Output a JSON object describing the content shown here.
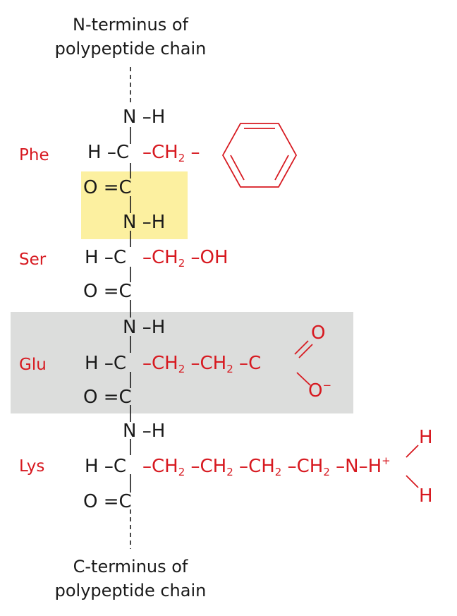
{
  "terminus": {
    "n_line1": "N-terminus of",
    "n_line2": "polypeptide chain",
    "c_line1": "C-terminus of",
    "c_line2": "polypeptide chain"
  },
  "residues": [
    {
      "label": "Phe",
      "side_chain": "CH2 + phenyl ring"
    },
    {
      "label": "Ser",
      "side_chain": "CH2–OH"
    },
    {
      "label": "Glu",
      "side_chain": "CH2–CH2–COO−"
    },
    {
      "label": "Lys",
      "side_chain": "CH2–CH2–CH2–CH2–NH3+"
    }
  ],
  "atoms": {
    "N": "N",
    "H": "H",
    "C": "C",
    "O": "O",
    "OH": "OH",
    "CH": "CH",
    "sub2": "2",
    "plus": "+",
    "minus": "−",
    "eq": "="
  },
  "colors": {
    "backbone": "#1a1a1a",
    "side_chain": "#d71920",
    "peptide_bond_highlight": "#fcf0a0",
    "residue_highlight": "#dcdddc"
  }
}
